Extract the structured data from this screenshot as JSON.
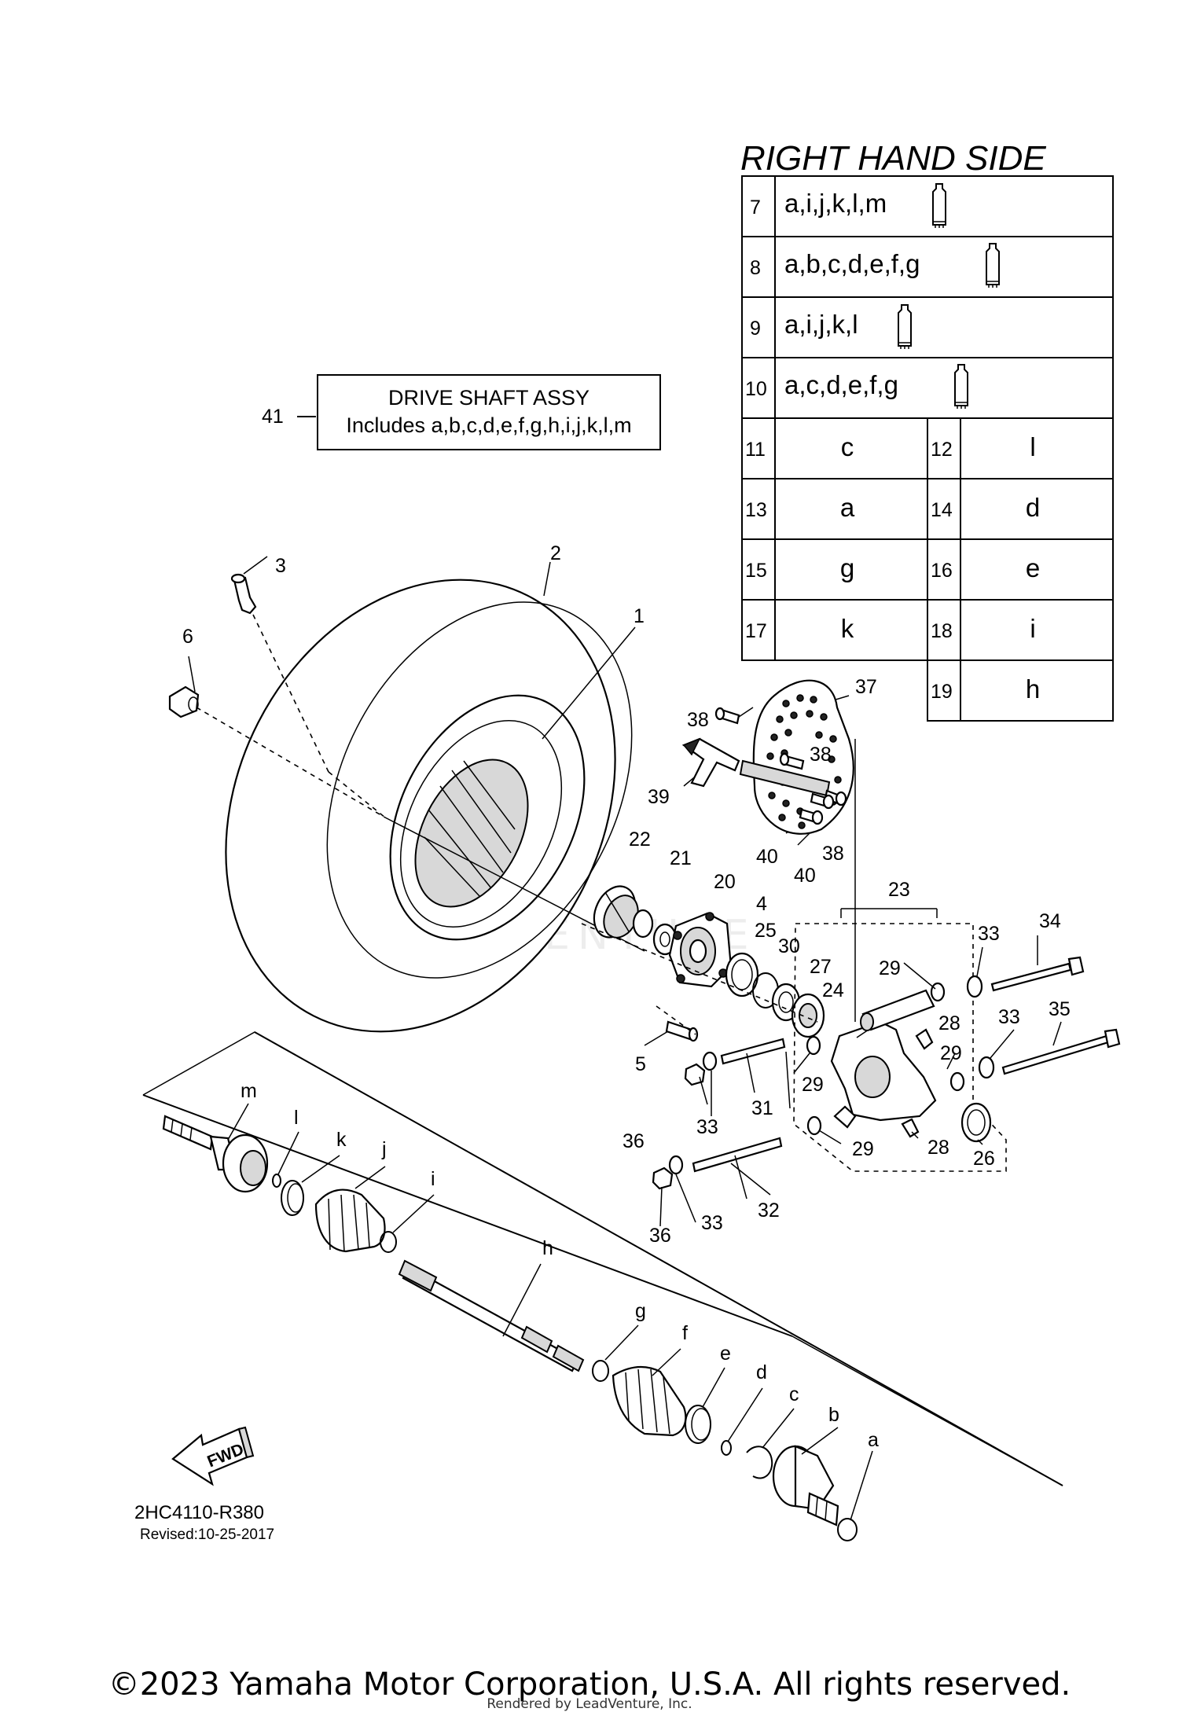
{
  "diagram_code": "2HC4110-R380",
  "revised": "Revised:10-25-2017",
  "table": {
    "title": "RIGHT HAND SIDE",
    "rows_wide": [
      {
        "num": "7",
        "text": "a,i,j,k,l,m"
      },
      {
        "num": "8",
        "text": "a,b,c,d,e,f,g"
      },
      {
        "num": "9",
        "text": "a,i,j,k,l"
      },
      {
        "num": "10",
        "text": "a,c,d,e,f,g"
      }
    ],
    "rows_pair": [
      {
        "n1": "11",
        "t1": "c",
        "n2": "12",
        "t2": "l"
      },
      {
        "n1": "13",
        "t1": "a",
        "n2": "14",
        "t2": "d"
      },
      {
        "n1": "15",
        "t1": "g",
        "n2": "16",
        "t2": "e"
      },
      {
        "n1": "17",
        "t1": "k",
        "n2": "18",
        "t2": "i"
      }
    ],
    "last_row": {
      "num": "19",
      "text": "h"
    }
  },
  "assy_box": {
    "number": "41",
    "line1": "DRIVE SHAFT ASSY",
    "line2": "Includes a,b,c,d,e,f,g,h,i,j,k,l,m"
  },
  "fwd_label": "FWD",
  "callouts": {
    "c1": "1",
    "c2": "2",
    "c3": "3",
    "c4": "4",
    "c5": "5",
    "c6": "6",
    "c20": "20",
    "c21": "21",
    "c22": "22",
    "c23": "23",
    "c24": "24",
    "c25": "25",
    "c26": "26",
    "c27": "27",
    "c28a": "28",
    "c28b": "28",
    "c29a": "29",
    "c29b": "29",
    "c29c": "29",
    "c29d": "29",
    "c30": "30",
    "c31": "31",
    "c32": "32",
    "c33a": "33",
    "c33b": "33",
    "c33c": "33",
    "c33d": "33",
    "c34": "34",
    "c35": "35",
    "c36a": "36",
    "c36b": "36",
    "c37": "37",
    "c38a": "38",
    "c38b": "38",
    "c38c": "38",
    "c39": "39",
    "c40a": "40",
    "c40b": "40",
    "ca": "a",
    "cb": "b",
    "cc": "c",
    "cd": "d",
    "ce": "e",
    "cf": "f",
    "cg": "g",
    "ch": "h",
    "ci": "i",
    "cj": "j",
    "ck": "k",
    "cl": "l",
    "cm": "m"
  },
  "watermark": "LEADVENTURE",
  "copyright": "©2023 Yamaha Motor Corporation, U.S.A. All rights reserved.",
  "rendered_by": "Rendered by LeadVenture, Inc."
}
